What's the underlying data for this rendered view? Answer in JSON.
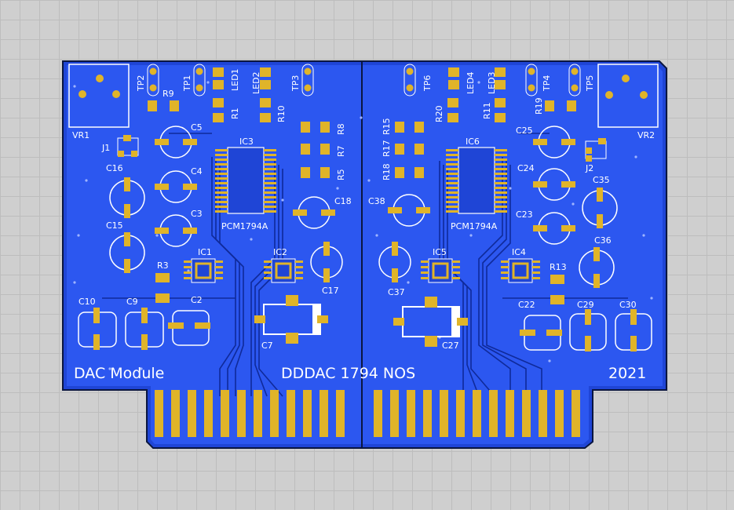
{
  "board": {
    "colors": {
      "substrate": "#1f45d6",
      "copper_pour": "#2c57f0",
      "outline": "#0a1640",
      "pad": "#e0b429",
      "silkscreen": "#ffffff",
      "trace": "#0f2a9a",
      "ic_body": "#1f45d6"
    },
    "labels": {
      "left_text": "DAC Module",
      "center_text": "DDDAC 1794 NOS",
      "right_text": "2021"
    }
  },
  "components": {
    "vr1": "VR1",
    "vr2": "VR2",
    "tp1": "TP1",
    "tp2": "TP2",
    "tp3": "TP3",
    "tp4": "TP4",
    "tp5": "TP5",
    "tp6": "TP6",
    "led1": "LED1",
    "led2": "LED2",
    "led3": "LED3",
    "led4": "LED4",
    "j1": "J1",
    "j2": "J2",
    "r1": "R1",
    "r3": "R3",
    "r5": "R5",
    "r7": "R7",
    "r8": "R8",
    "r9": "R9",
    "r10": "R10",
    "r11": "R11",
    "r13": "R13",
    "r15": "R15",
    "r17": "R17",
    "r18": "R18",
    "r19": "R19",
    "r20": "R20",
    "ic1": "IC1",
    "ic2": "IC2",
    "ic3": "IC3",
    "ic4": "IC4",
    "ic5": "IC5",
    "ic6": "IC6",
    "ic3_part": "PCM1794A",
    "ic6_part": "PCM1794A",
    "c2": "C2",
    "c3": "C3",
    "c4": "C4",
    "c5": "C5",
    "c7": "C7",
    "c9": "C9",
    "c10": "C10",
    "c15": "C15",
    "c16": "C16",
    "c17": "C17",
    "c18": "C18",
    "c22": "C22",
    "c23": "C23",
    "c24": "C24",
    "c25": "C25",
    "c27": "C27",
    "c29": "C29",
    "c30": "C30",
    "c35": "C35",
    "c36": "C36",
    "c37": "C37",
    "c38": "C38"
  }
}
